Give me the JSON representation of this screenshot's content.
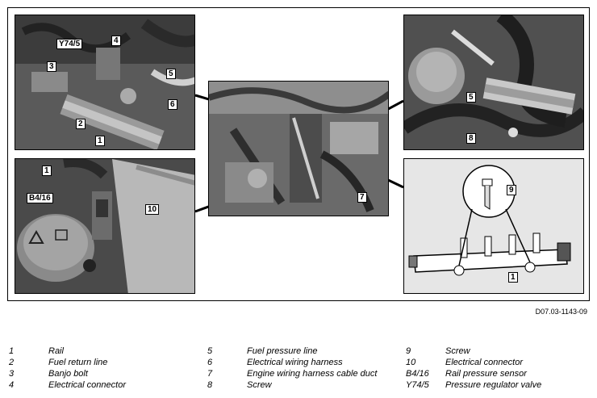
{
  "doc_ref": "D07.03-1143-09",
  "callouts": {
    "p1": [
      "Y74/5",
      "4",
      "3",
      "5",
      "2",
      "6",
      "1"
    ],
    "p2": [
      "1",
      "B4/16",
      "10"
    ],
    "p3": [
      "5",
      "8"
    ],
    "p4": [
      "9",
      "1"
    ],
    "center": [
      "7"
    ]
  },
  "legend": [
    [
      {
        "num": "1",
        "label": "Rail"
      },
      {
        "num": "2",
        "label": "Fuel return line"
      },
      {
        "num": "3",
        "label": "Banjo bolt"
      },
      {
        "num": "4",
        "label": "Electrical connector"
      }
    ],
    [
      {
        "num": "5",
        "label": "Fuel pressure line"
      },
      {
        "num": "6",
        "label": "Electrical wiring harness"
      },
      {
        "num": "7",
        "label": "Engine wiring harness cable duct"
      },
      {
        "num": "8",
        "label": "Screw"
      }
    ],
    [
      {
        "num": "9",
        "label": "Screw"
      },
      {
        "num": "10",
        "label": "Electrical connector"
      },
      {
        "num": "B4/16",
        "label": "Rail pressure sensor"
      },
      {
        "num": "Y74/5",
        "label": "Pressure regulator valve"
      }
    ]
  ]
}
